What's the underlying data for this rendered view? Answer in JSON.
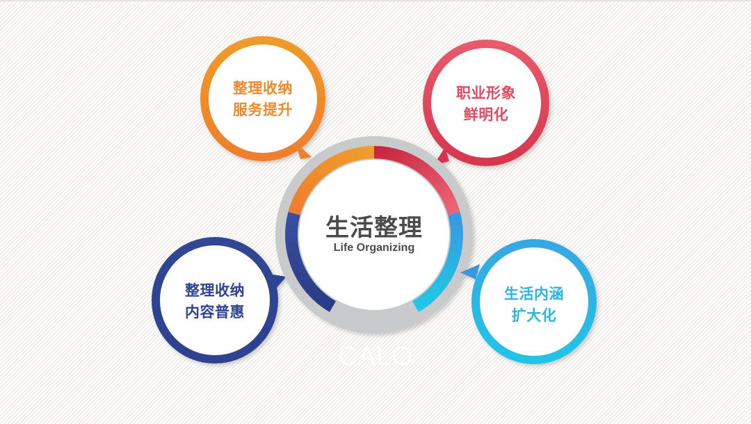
{
  "center": {
    "title": "生活整理",
    "subtitle": "Life Organizing"
  },
  "bubbles": [
    {
      "id": "top-left",
      "line1": "整理收纳",
      "line2": "服务提升",
      "color": "#ef8a2a"
    },
    {
      "id": "top-right",
      "line1": "职业形象",
      "line2": "鲜明化",
      "color": "#e2506a"
    },
    {
      "id": "bottom-left",
      "line1": "整理收纳",
      "line2": "内容普惠",
      "color": "#2f4491"
    },
    {
      "id": "bottom-right",
      "line1": "生活内涵",
      "line2": "扩大化",
      "color": "#2bb8e4"
    }
  ],
  "ring_segments": [
    {
      "name": "orange",
      "color_start": "#ee7f2d",
      "color_end": "#eda02a"
    },
    {
      "name": "red",
      "color_start": "#c8233f",
      "color_end": "#ec6677"
    },
    {
      "name": "blue",
      "color_start": "#3998e0",
      "color_end": "#1fc6e6"
    },
    {
      "name": "navy",
      "color_start": "#2b3b86",
      "color_end": "#3a50a0"
    }
  ],
  "watermark": "CALO"
}
